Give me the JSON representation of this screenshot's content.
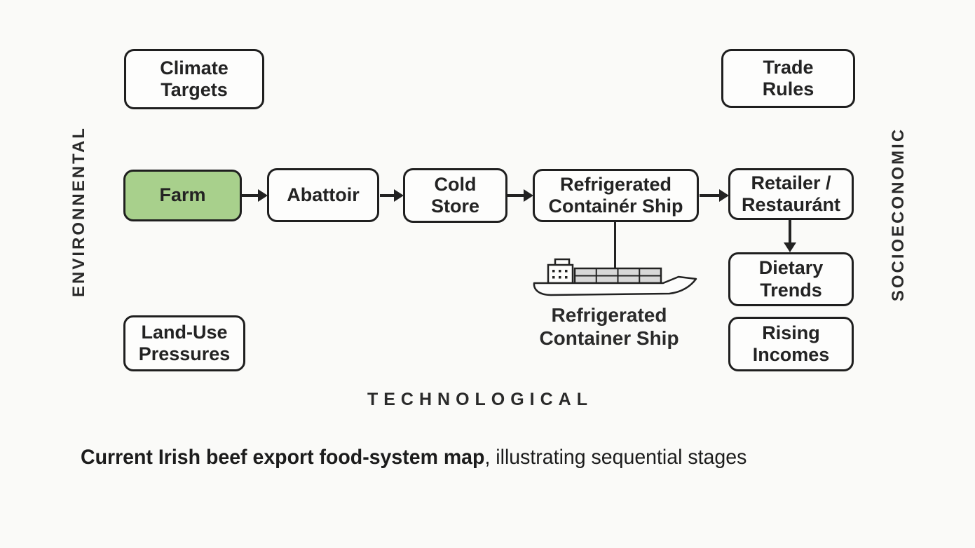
{
  "colors": {
    "background": "#fafaf8",
    "box_border": "#1f1f1f",
    "box_fill": "#fdfdfc",
    "farm_fill": "#a8d08c",
    "container_fill": "#d8d8d8",
    "line": "#222222"
  },
  "axes": {
    "left_vertical_label": "ENVIRONNENTAL",
    "right_vertical_label": "SOCIOECONOMIC",
    "bottom_label": "TECHNOLOGICAL"
  },
  "flow_stages": [
    {
      "label": "Farm",
      "highlighted": true
    },
    {
      "label": "Abattoir",
      "highlighted": false
    },
    {
      "label": "Cold\nStore",
      "highlighted": false
    },
    {
      "label": "Refrigerated\nContainér Ship",
      "highlighted": false
    },
    {
      "label": "Retailer /\nRestauránt",
      "highlighted": false
    }
  ],
  "context_boxes": {
    "climate_targets": "Climate\nTargets",
    "trade_rules": "Trade\nRules",
    "land_use_pressures": "Land-Use\nPressures",
    "dietary_trends": "Dietary\nTrends",
    "rising_incomes": "Rising\nIncomes"
  },
  "ship": {
    "icon": "container-ship-icon",
    "caption": "Refrigerated\nContainer Ship"
  },
  "caption": {
    "bold": "Current Irish beef export food-system map",
    "regular": ", illustrating sequential stages"
  }
}
